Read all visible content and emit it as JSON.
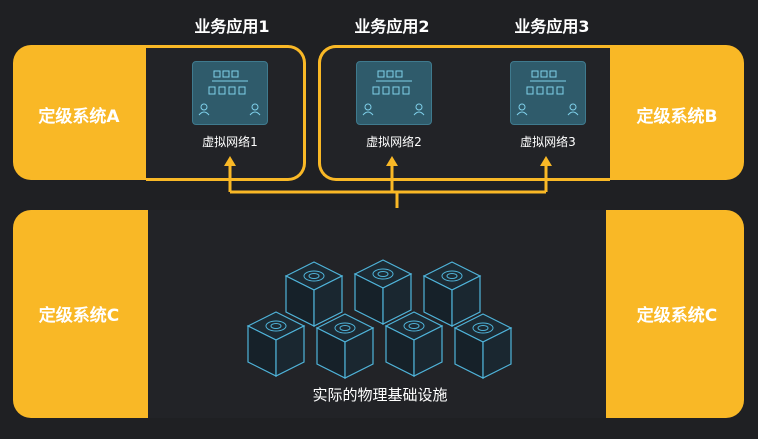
{
  "apps": [
    "业务应用1",
    "业务应用2",
    "业务应用3"
  ],
  "systems": {
    "a": "定级系统A",
    "b": "定级系统B",
    "c_left": "定级系统C",
    "c_right": "定级系统C"
  },
  "networks": [
    "虚拟网络1",
    "虚拟网络2",
    "虚拟网络3"
  ],
  "infrastructure": "实际的物理基础设施",
  "colors": {
    "accent": "#f9b826",
    "background": "#1f2023",
    "panel_dark": "#222327",
    "cube_stroke": "#4fb3d9"
  }
}
